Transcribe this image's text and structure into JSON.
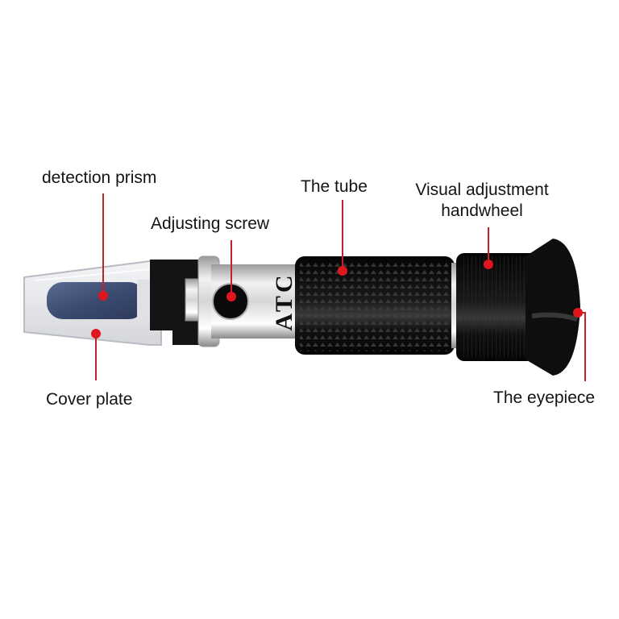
{
  "diagram": {
    "subject": "Handheld refractometer",
    "body_marking": "ATC",
    "accent_color": "#e0161f",
    "callouts": [
      {
        "id": "detection-prism",
        "label": "detection prism"
      },
      {
        "id": "adjusting-screw",
        "label": "Adjusting screw"
      },
      {
        "id": "the-tube",
        "label": "The tube"
      },
      {
        "id": "visual-adjustment-handwheel",
        "label_line1": "Visual adjustment",
        "label_line2": "handwheel"
      },
      {
        "id": "cover-plate",
        "label": "Cover plate"
      },
      {
        "id": "the-eyepiece",
        "label": "The eyepiece"
      }
    ]
  }
}
